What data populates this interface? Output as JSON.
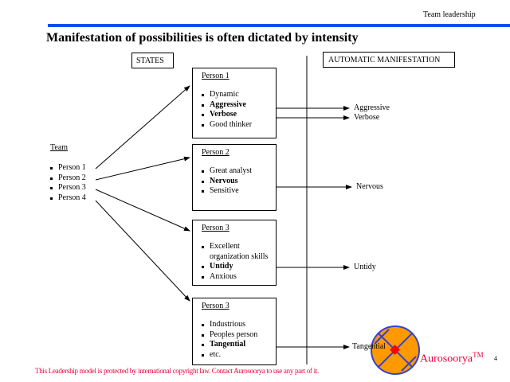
{
  "header": {
    "section": "Team leadership",
    "title": "Manifestation of possibilities is often dictated by intensity",
    "accent": "#0050f0"
  },
  "columns": {
    "states": "STATES",
    "auto": "AUTOMATIC MANIFESTATION"
  },
  "team": {
    "title": "Team",
    "members": [
      "Person 1",
      "Person 2",
      "Person 3",
      "Person 4"
    ]
  },
  "persons": [
    {
      "title": "Person 1",
      "traits": [
        {
          "t": "Dynamic",
          "b": false
        },
        {
          "t": "Aggressive",
          "b": true
        },
        {
          "t": "Verbose",
          "b": true
        },
        {
          "t": "Good thinker",
          "b": false
        }
      ]
    },
    {
      "title": "Person 2",
      "traits": [
        {
          "t": "Great analyst",
          "b": false
        },
        {
          "t": "Nervous",
          "b": true
        },
        {
          "t": "Sensitive",
          "b": false
        }
      ]
    },
    {
      "title": "Person 3",
      "traits": [
        {
          "t": "Excellent organization skills",
          "b": false
        },
        {
          "t": "Untidy",
          "b": true
        },
        {
          "t": "Anxious",
          "b": false
        }
      ]
    },
    {
      "title": "Person 3",
      "traits": [
        {
          "t": "Industrious",
          "b": false
        },
        {
          "t": "Peoples person",
          "b": false
        },
        {
          "t": "Tangential",
          "b": true
        },
        {
          "t": "etc.",
          "b": false
        }
      ]
    }
  ],
  "manifestations": [
    "Aggressive",
    "Verbose",
    "Nervous",
    "Untidy",
    "Tangential"
  ],
  "footer": {
    "copyright": "This Leadership model is protected by international copyright law.  Contact Aurosoorya to use any part of it.",
    "brand": "Aurosoorya",
    "tm": "TM",
    "page": "4",
    "red": "#e8003c"
  }
}
